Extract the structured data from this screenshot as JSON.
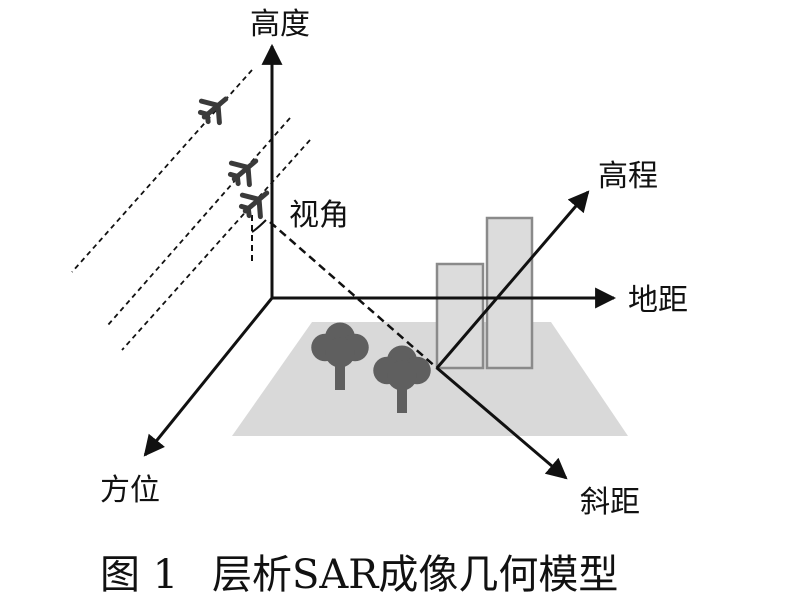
{
  "labels": {
    "height_axis": "高度",
    "elevation_axis": "高程",
    "ground_range_axis": "地距",
    "azimuth_axis": "方位",
    "slant_range_axis": "斜距",
    "look_angle": "视角"
  },
  "caption": {
    "number": "图 1",
    "title": "层析SAR成像几何模型"
  },
  "icons": [
    "airplane-icon",
    "tree-icon",
    "building"
  ],
  "colors": {
    "lines": "#111111",
    "ground": "#d9d9d9",
    "building_fill": "#dcdcdc",
    "building_stroke": "#8a8a8a",
    "tree": "#5f5f5f"
  }
}
